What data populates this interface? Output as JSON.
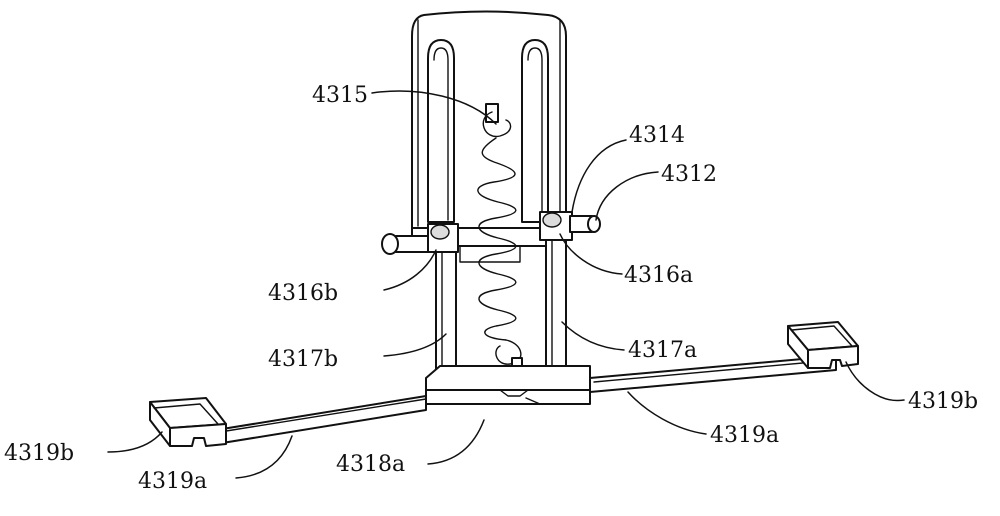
{
  "labels": {
    "l4315": "4315",
    "l4314": "4314",
    "l4312": "4312",
    "l4316b": "4316b",
    "l4316a": "4316a",
    "l4317b": "4317b",
    "l4317a": "4317a",
    "l4319b_left": "4319b",
    "l4319b_right": "4319b",
    "l4319a_left": "4319a",
    "l4319a_right": "4319a",
    "l4318a": "4318a"
  },
  "colors": {
    "line": "#111111",
    "background": "#ffffff"
  }
}
